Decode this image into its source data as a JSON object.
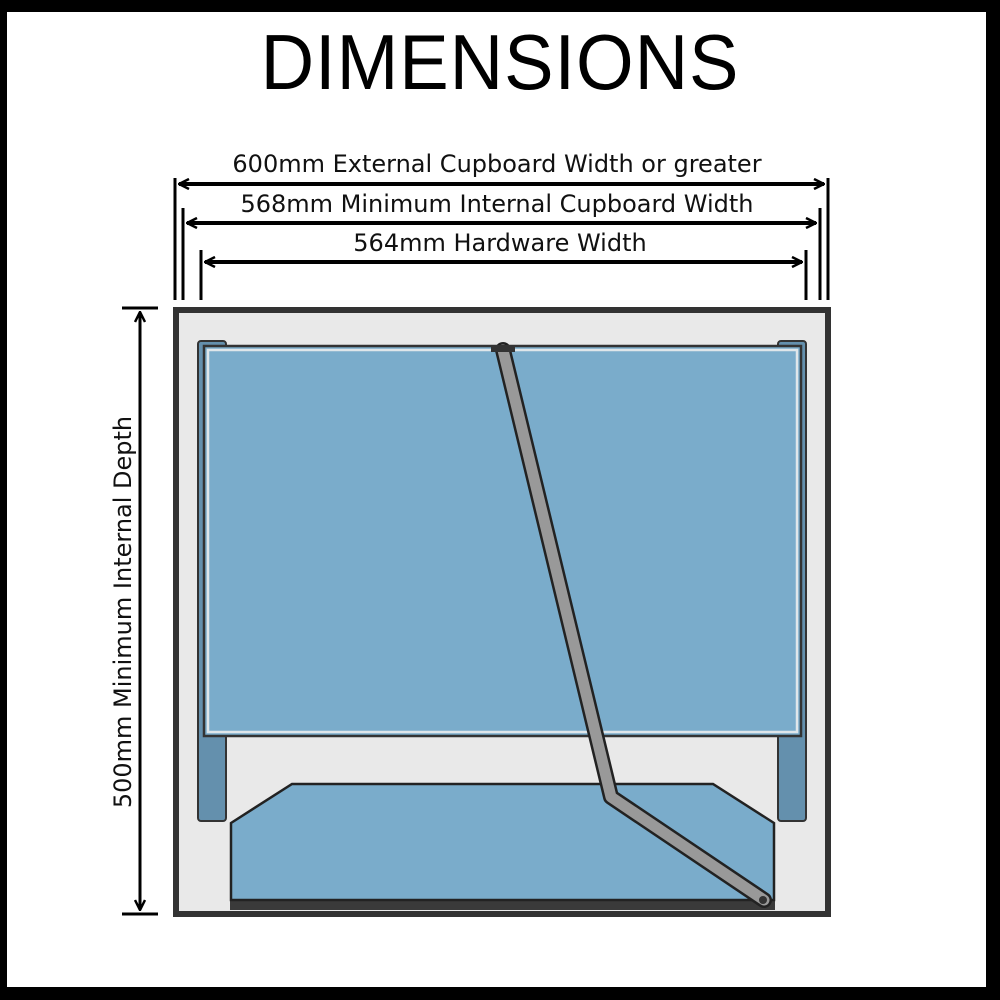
{
  "title": "DIMENSIONS",
  "dimensions": {
    "external_width": "600mm External Cupboard Width or greater",
    "internal_width": "568mm Minimum Internal Cupboard Width",
    "hardware_width": "564mm Hardware Width",
    "internal_depth": "500mm Minimum Internal Depth"
  },
  "colors": {
    "border": "#000000",
    "cabinet_outline": "#333333",
    "cabinet_interior": "#e9e9e9",
    "tray_blue": "#7aaccb",
    "rail_blue": "#6490ad",
    "arm_grey": "#999999"
  }
}
